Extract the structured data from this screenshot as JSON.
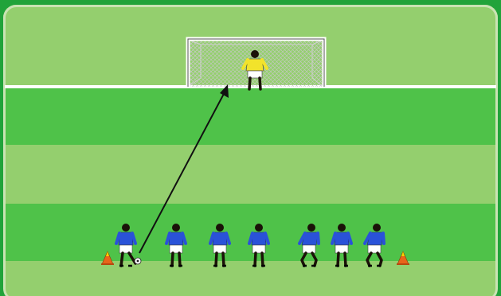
{
  "drill": {
    "colors": {
      "frame": "#21a33a",
      "field_light": "#94cf6e",
      "field_dark": "#4fc249",
      "field_border": "#c9e3b3",
      "line": "#ffffff",
      "net": "#c8c8c8",
      "goalkeeper_shirt": "#f2e32b",
      "player_shirt": "#2a52d8",
      "skin": "#1a1208",
      "shorts": "#ffffff",
      "cone": "#e8651a",
      "cone_tip": "#f3d400",
      "arrow": "#111111"
    },
    "icons": {
      "goal": "goal-icon",
      "goalkeeper": "goalkeeper-figure",
      "player": "player-figure",
      "cone": "cone-icon",
      "ball": "soccer-ball-icon",
      "arrow": "shot-arrow"
    },
    "goalkeeper_count": 1,
    "player_count": 7,
    "cone_count": 2,
    "shot_arrow_count": 1
  }
}
